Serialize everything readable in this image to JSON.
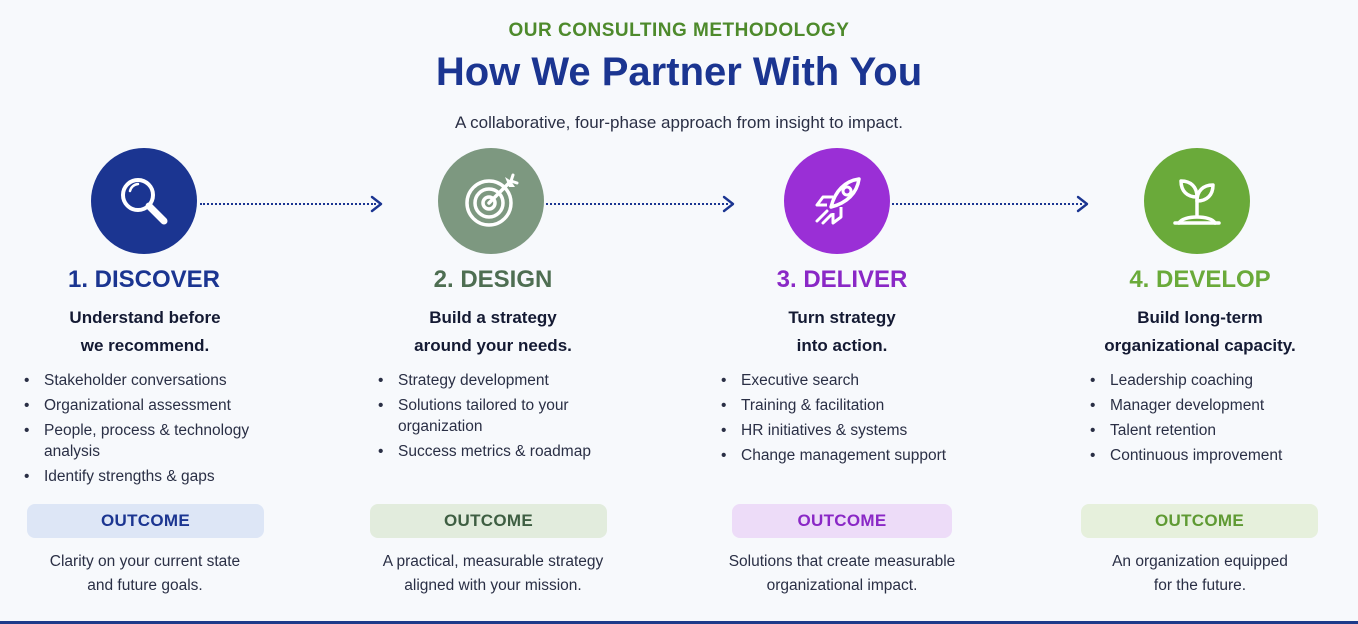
{
  "header": {
    "eyebrow": "OUR CONSULTING METHODOLOGY",
    "title": "How We Partner With You",
    "subtitle": "A collaborative, four-phase approach from insight to impact."
  },
  "colors": {
    "navy": "#1b3591",
    "sage": "#7d9880",
    "purple": "#9a2fd6",
    "green": "#6aaa3a"
  },
  "phases": [
    {
      "title": "1. DISCOVER",
      "icon": "magnifying-glass-icon",
      "tagline_1": "Understand before",
      "tagline_2": "we recommend.",
      "bullets": [
        "Stakeholder conversations",
        "Organizational assessment",
        "People, process & technology analysis",
        "Identify strengths & gaps"
      ],
      "outcome_label": "OUTCOME",
      "outcome_1": "Clarity on your current state",
      "outcome_2": "and future goals."
    },
    {
      "title": "2. DESIGN",
      "icon": "target-icon",
      "tagline_1": "Build a strategy",
      "tagline_2": "around your needs.",
      "bullets": [
        "Strategy development",
        "Solutions tailored to your organization",
        "Success metrics & roadmap"
      ],
      "outcome_label": "OUTCOME",
      "outcome_1": "A practical, measurable strategy",
      "outcome_2": "aligned with your mission."
    },
    {
      "title": "3. DELIVER",
      "icon": "rocket-icon",
      "tagline_1": "Turn strategy",
      "tagline_2": "into action.",
      "bullets": [
        "Executive search",
        "Training & facilitation",
        "HR initiatives & systems",
        "Change management support"
      ],
      "outcome_label": "OUTCOME",
      "outcome_1": "Solutions that create measurable",
      "outcome_2": "organizational impact."
    },
    {
      "title": "4. DEVELOP",
      "icon": "sprout-icon",
      "tagline_1": "Build long-term",
      "tagline_2": "organizational capacity.",
      "bullets": [
        "Leadership coaching",
        "Manager development",
        "Talent retention",
        "Continuous improvement"
      ],
      "outcome_label": "OUTCOME",
      "outcome_1": "An organization equipped",
      "outcome_2": "for the future."
    }
  ]
}
